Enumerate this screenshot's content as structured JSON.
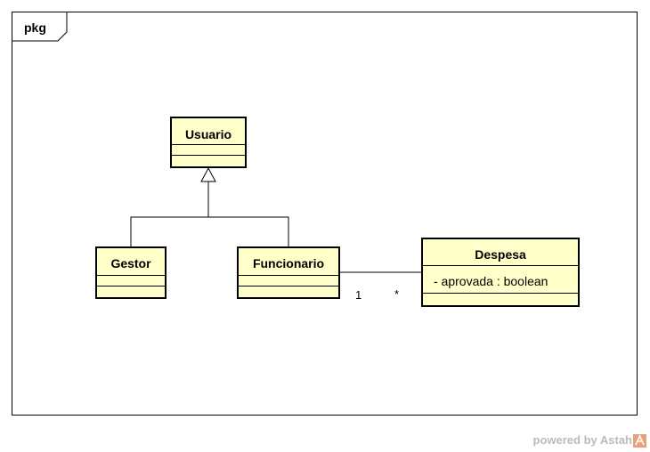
{
  "package": {
    "label": "pkg"
  },
  "classes": {
    "usuario": {
      "name": "Usuario"
    },
    "gestor": {
      "name": "Gestor"
    },
    "funcionario": {
      "name": "Funcionario"
    },
    "despesa": {
      "name": "Despesa",
      "attributes": [
        "- aprovada : boolean"
      ]
    }
  },
  "association": {
    "mult_funcionario": "1",
    "mult_despesa": "*"
  },
  "footer": {
    "text": "powered by Astah",
    "icon": "astah-logo-icon"
  },
  "colors": {
    "class_fill": "#ffffc9",
    "border": "#000000",
    "footer_text": "#bbbbbb",
    "logo": "#e8a07a"
  }
}
